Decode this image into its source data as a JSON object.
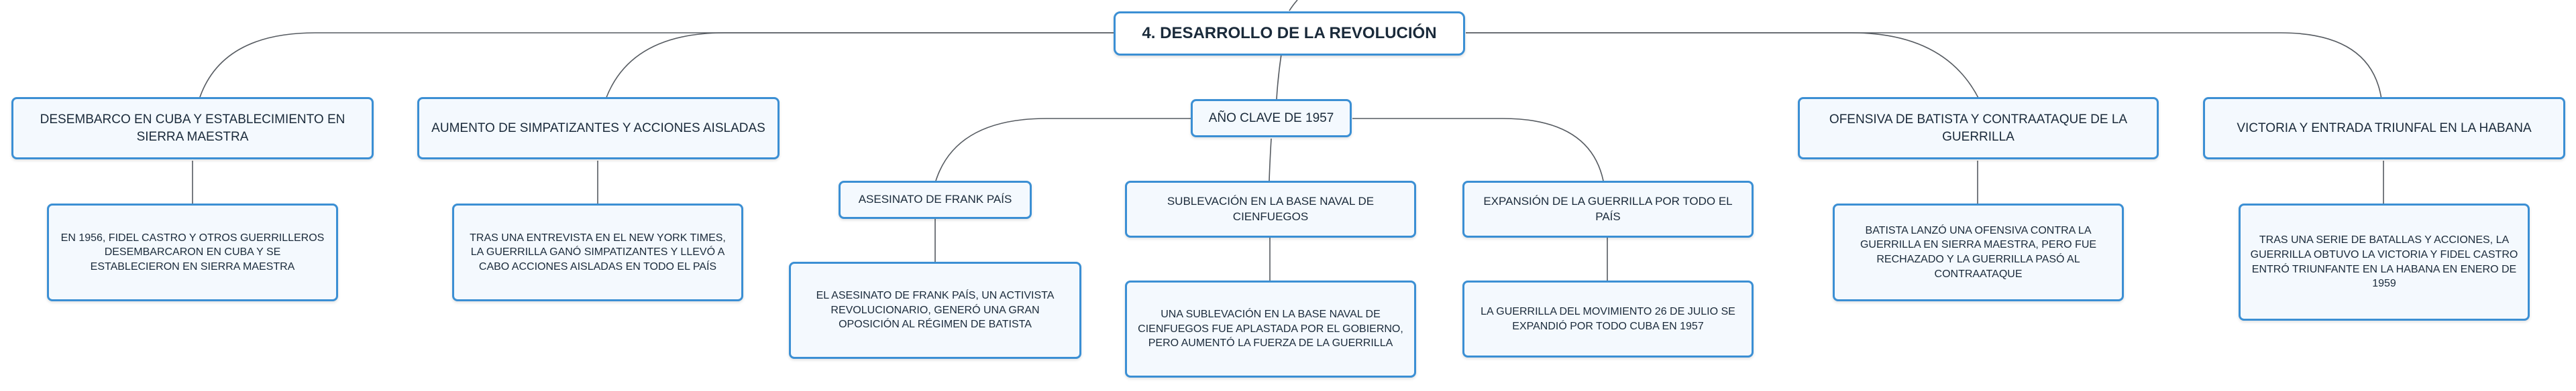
{
  "root": {
    "title": "4. DESARROLLO DE LA REVOLUCIÓN"
  },
  "topics": [
    {
      "label": "DESEMBARCO EN CUBA Y ESTABLECIMIENTO EN SIERRA MAESTRA"
    },
    {
      "label": "AUMENTO DE SIMPATIZANTES Y ACCIONES AISLADAS"
    },
    {
      "label": "AÑO CLAVE DE 1957"
    },
    {
      "label": "OFENSIVA DE BATISTA Y CONTRAATAQUE DE LA GUERRILLA"
    },
    {
      "label": "VICTORIA Y ENTRADA TRIUNFAL EN LA HABANA"
    }
  ],
  "subtopics": [
    {
      "label": "ASESINATO DE FRANK PAÍS"
    },
    {
      "label": "SUBLEVACIÓN EN LA BASE NAVAL DE CIENFUEGOS"
    },
    {
      "label": "EXPANSIÓN DE LA GUERRILLA POR TODO EL PAÍS"
    }
  ],
  "details": [
    {
      "text": "EN 1956, FIDEL CASTRO Y OTROS GUERRILLEROS DESEMBARCARON EN CUBA Y SE ESTABLECIERON EN SIERRA MAESTRA"
    },
    {
      "text": "TRAS UNA ENTREVISTA EN EL NEW YORK TIMES, LA GUERRILLA GANÓ SIMPATIZANTES Y LLEVÓ A CABO ACCIONES AISLADAS EN TODO EL PAÍS"
    },
    {
      "text": "EL ASESINATO DE FRANK PAÍS, UN ACTIVISTA REVOLUCIONARIO, GENERÓ UNA GRAN OPOSICIÓN AL RÉGIMEN DE BATISTA"
    },
    {
      "text": "UNA SUBLEVACIÓN EN LA BASE NAVAL DE CIENFUEGOS FUE APLASTADA POR EL GOBIERNO, PERO AUMENTÓ LA FUERZA DE LA GUERRILLA"
    },
    {
      "text": "LA GUERRILLA DEL MOVIMIENTO 26 DE JULIO SE EXPANDIÓ POR TODO CUBA EN 1957"
    },
    {
      "text": "BATISTA LANZÓ UNA OFENSIVA CONTRA LA GUERRILLA EN SIERRA MAESTRA, PERO FUE RECHAZADO Y LA GUERRILLA PASÓ AL CONTRAATAQUE"
    },
    {
      "text": "TRAS UNA SERIE DE BATALLAS Y ACCIONES, LA GUERRILLA OBTUVO LA VICTORIA Y FIDEL CASTRO ENTRÓ TRIUNFANTE EN LA HABANA EN ENERO DE 1959"
    }
  ]
}
